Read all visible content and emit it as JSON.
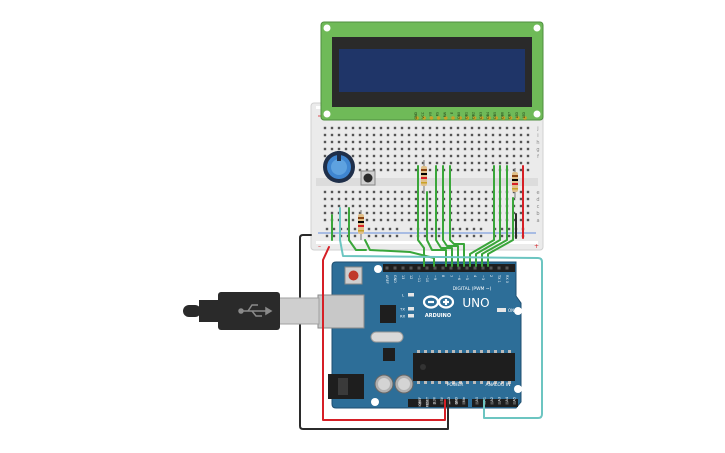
{
  "colors": {
    "background": "#ffffff",
    "lcd_pcb": "#6fba58",
    "lcd_screen": "#1f3568",
    "breadboard": "#ebebeb",
    "arduino": "#2d6e98",
    "wire_green": "#3aa63a",
    "wire_red": "#d61f26",
    "wire_black": "#2b2b2b",
    "wire_teal": "#6cc5c1"
  },
  "lcd": {
    "pin_labels": [
      "GND",
      "VCC",
      "V0",
      "RS",
      "RW",
      "E",
      "DB0",
      "DB1",
      "DB2",
      "DB3",
      "DB4",
      "DB5",
      "DB6",
      "DB7",
      "LED",
      "LED"
    ]
  },
  "breadboard": {
    "row_letters": [
      "j",
      "i",
      "h",
      "g",
      "f",
      "e",
      "d",
      "c",
      "b",
      "a"
    ]
  },
  "arduino": {
    "brand": "ARDUINO",
    "model": "UNO",
    "digital_label": "DIGITAL (PWM ~)",
    "power_label": "POWER",
    "analog_label": "ANALOG IN",
    "on_label": "ON",
    "led_labels": [
      "L",
      "TX",
      "RX"
    ],
    "digital_pins": [
      "AREF",
      "GND",
      "13",
      "12",
      "~11",
      "~10",
      "~9",
      "8",
      "7",
      "~6",
      "~5",
      "4",
      "~3",
      "2",
      "TX 1",
      "RX 0"
    ],
    "power_pins": [
      "IOREF",
      "RESET",
      "3.3V",
      "5V",
      "GND",
      "GND",
      "Vin"
    ],
    "analog_pins": [
      "A0",
      "A1",
      "A2",
      "A3",
      "A4",
      "A5"
    ]
  }
}
